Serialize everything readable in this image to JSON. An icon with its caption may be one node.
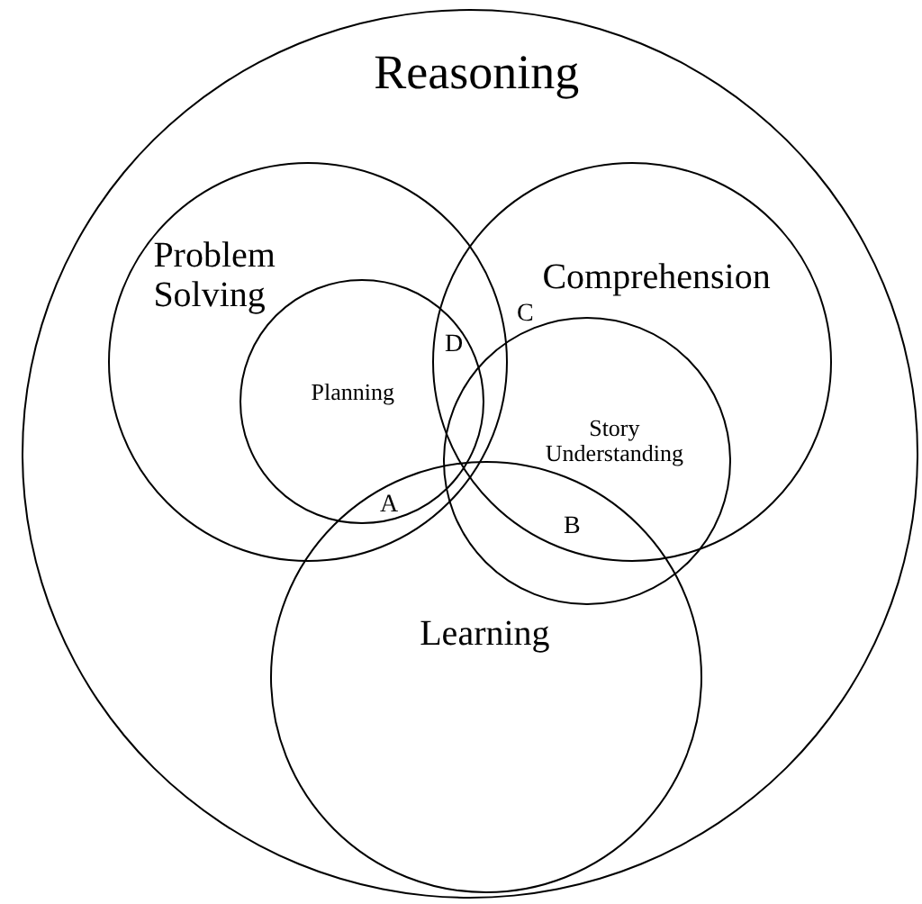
{
  "diagram": {
    "nodes": [
      {
        "text": [
          "Reasoning"
        ]
      },
      {
        "text": [
          "Problem Solving"
        ],
        "in": 0
      },
      {
        "text": [
          "Comprehension"
        ],
        "in": 0
      },
      {
        "text": [
          "Planning"
        ],
        "in": 1
      },
      {
        "text": [
          "Story Understanding"
        ],
        "in": 0
      },
      {
        "text": [
          "Learning"
        ],
        "in": 0
      }
    ],
    "edges": [],
    "labels": [
      "C",
      "D",
      "A",
      "B"
    ]
  }
}
